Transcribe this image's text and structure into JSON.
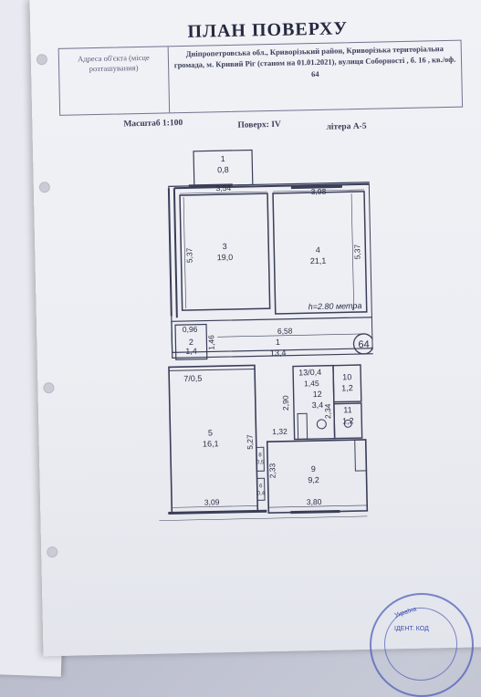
{
  "document": {
    "title": "ПЛАН ПОВЕРХУ",
    "address_label": "Адреса об'єкта (місце розташування)",
    "address_text": "Дніпропетровська обл., Криворізький район, Криворізька територіальна громада, м. Кривий Ріг (станом на 01.01.2021), вулиця Соборності , б. 16 , кв./оф. 64",
    "scale": "Масштаб 1:100",
    "floor": "Поверх: IV",
    "letter": "літера А-5",
    "height_note": "h=2.80 метра",
    "apartment_number": "64"
  },
  "rooms": [
    {
      "id": "r1",
      "num": "1",
      "area": "13,4"
    },
    {
      "id": "r2",
      "num": "2",
      "area": "1,4"
    },
    {
      "id": "r3",
      "num": "3",
      "area": "19,0"
    },
    {
      "id": "r4",
      "num": "4",
      "area": "21,1"
    },
    {
      "id": "r5",
      "num": "5",
      "area": "16,1"
    },
    {
      "id": "r6",
      "num": "6",
      "area": "0,4"
    },
    {
      "id": "r7",
      "label": "7/0,5"
    },
    {
      "id": "r8",
      "num": "8",
      "area": "0,5"
    },
    {
      "id": "r9",
      "num": "9",
      "area": "9,2"
    },
    {
      "id": "r10",
      "num": "10",
      "area": "1,2"
    },
    {
      "id": "r11",
      "num": "11",
      "area": "1,2"
    },
    {
      "id": "r12",
      "num": "12",
      "area": "3,4"
    },
    {
      "id": "r13",
      "label": "13/0,4"
    },
    {
      "id": "balcony",
      "num": "1",
      "area": "0,8"
    }
  ],
  "dimensions": {
    "d354": "3,54",
    "d398": "3,98",
    "d537a": "5,37",
    "d537b": "5,37",
    "d096": "0,96",
    "d146": "1,46",
    "d658": "6,58",
    "d145": "1,45",
    "d290": "2,90",
    "d234": "2,34",
    "d132": "1,32",
    "d527": "5,27",
    "d233": "2,33",
    "d309": "3,09",
    "d380": "3,80"
  },
  "stamp": {
    "text": "Україна",
    "code": "ІДЕНТ. КОД"
  }
}
